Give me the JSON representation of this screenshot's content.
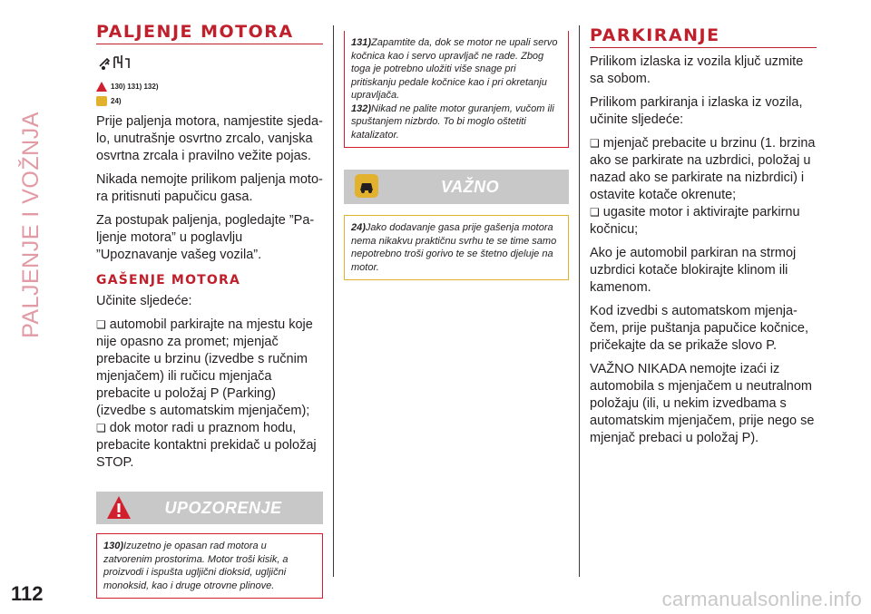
{
  "chapter_side_title": "PALJENJE I VOŽNJA",
  "page_number": "112",
  "watermark": "carmanualsonline.info",
  "col1": {
    "title": "PALJENJE MOTORA",
    "refs_warning": "130) 131) 132)",
    "refs_important": "24)",
    "paragraphs": [
      "Prije paljenja motora, namjestite sjeda-lo, unutrašnje osvrtno zrcalo, vanjska osvrtna zrcala i pravilno vežite pojas.",
      "Nikada nemojte prilikom paljenja moto-ra pritisnuti papučicu gasa.",
      "Za postupak paljenja, pogledajte ”Pa-ljenje motora” u poglavlju ”Upoznavanje vašeg vozila”."
    ],
    "subtitle": "GAŠENJE MOTORA",
    "intro": "Učinite sljedeće:",
    "bullets": [
      "automobil parkirajte na mjestu koje nije opasno za promet; mjenjač prebacite u brzinu (izvedbe s ručnim mjenjačem) ili ručicu mjenjača prebacite u položaj P (Parking) (izvedbe s automatskim mjenjačem);",
      "dok motor radi u praznom hodu, prebacite kontaktni prekidač u položaj STOP."
    ],
    "warning_banner": "UPOZORENJE",
    "warning_ref": "130)",
    "warning_text": "Izuzetno je opasan rad motora u zatvorenim prostorima. Motor troši kisik, a proizvodi i ispušta ugljični dioksid, ugljični monoksid, kao i druge otrovne plinove."
  },
  "col2": {
    "ref131": "131)",
    "text131": "Zapamtite da, dok se motor ne upali servo kočnica kao i servo upravljač ne rade. Zbog toga je potrebno uložiti više snage pri pritiskanju pedale kočnice kao i pri okretanju upravljača.",
    "ref132": "132)",
    "text132": "Nikad ne palite motor guranjem, vučom ili spuštanjem nizbrdo. To bi moglo oštetiti katalizator.",
    "important_banner": "VAŽNO",
    "important_ref": "24)",
    "important_text": "Jako dodavanje gasa prije gašenja motora nema nikakvu praktičnu svrhu te se time samo nepotrebno troši gorivo te se štetno djeluje na motor."
  },
  "col3": {
    "title": "PARKIRANJE",
    "paragraph1": "Prilikom izlaska iz vozila ključ uzmite sa sobom.",
    "paragraph2": "Prilikom parkiranja i izlaska iz vozila, učinite sljedeće:",
    "bullets": [
      "mjenjač prebacite u brzinu (1. brzina ako se parkirate na uzbrdici, položaj u nazad ako se parkirate na nizbrdici) i ostavite kotače okrenute;",
      "ugasite motor i aktivirajte parkirnu kočnicu;"
    ],
    "paragraph3": "Ako je automobil parkiran na strmoj uzbrdici kotače blokirajte klinom ili kamenom.",
    "paragraph4": "Kod izvedbi s automatskom mjenja-čem, prije puštanja papučice kočnice, pričekajte da se prikaže slovo P.",
    "paragraph5": "VAŽNO NIKADA nemojte izaći iz automobila s mjenjačem u neutralnom položaju (ili, u nekim izvedbama s automatskim mjenjačem, prije nego se mjenjač prebaci u položaj P)."
  }
}
